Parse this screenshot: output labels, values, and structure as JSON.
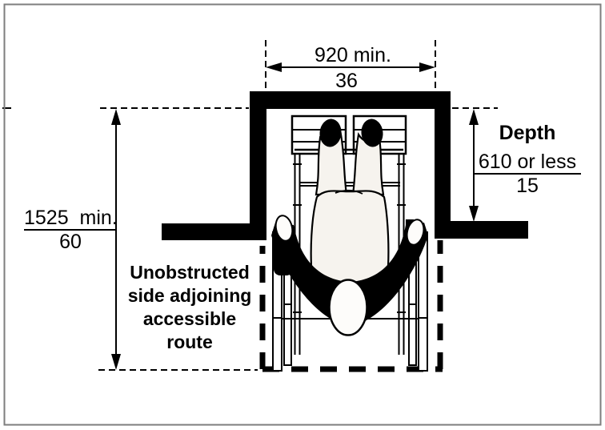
{
  "colors": {
    "ink": "#000000",
    "paper": "#ffffff",
    "frame_border": "#7e7e7e",
    "figure_fill": "#f6f3ee"
  },
  "dimensions": {
    "clear_width": {
      "metric": "920 min.",
      "imperial": "36"
    },
    "depth": {
      "label": "Depth",
      "metric": "610 or less",
      "imperial": "15"
    },
    "adjoining_side": {
      "metric": "1525  min.",
      "imperial": "60"
    }
  },
  "annotations": {
    "note_lines": [
      "Unobstructed",
      "side adjoining",
      "accessible",
      "route"
    ]
  }
}
